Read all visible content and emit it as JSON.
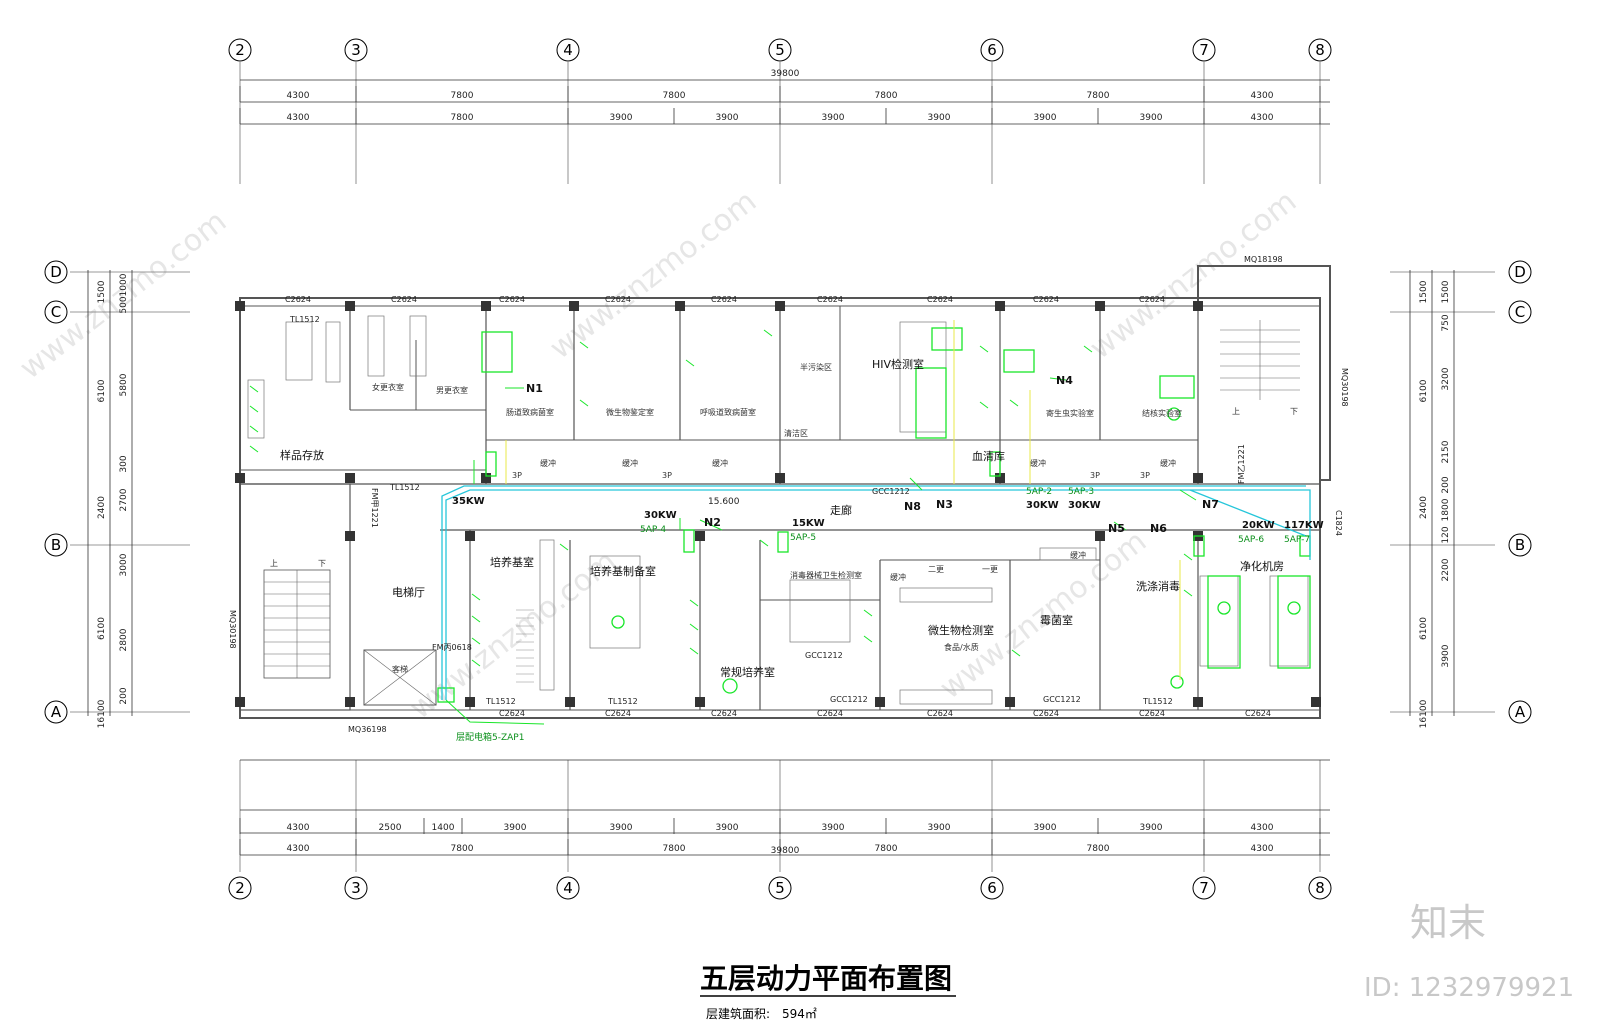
{
  "title": "五层动力平面布置图",
  "area": {
    "label": "层建筑面积:",
    "value": "594㎡"
  },
  "watermark": {
    "brand": "知末",
    "id": "ID: 1232979921",
    "site": "www.znzmo.com"
  },
  "axes_x": [
    "2",
    "3",
    "4",
    "5",
    "6",
    "7",
    "8"
  ],
  "axes_y": [
    "D",
    "C",
    "B",
    "A"
  ],
  "dims": {
    "total": "39800",
    "top_row1": [
      "4300",
      "7800",
      "7800",
      "7800",
      "7800",
      "4300"
    ],
    "top_row2": [
      "4300",
      "7800",
      "3900",
      "3900",
      "3900",
      "3900",
      "3900",
      "3900",
      "4300"
    ],
    "bottom_row1": [
      "4300",
      "2500",
      "1400",
      "3900",
      "3900",
      "3900",
      "3900",
      "3900",
      "3900",
      "3900",
      "4300"
    ],
    "bottom_row2": [
      "4300",
      "7800",
      "7800",
      "7800",
      "7800",
      "4300"
    ],
    "left_outer": [
      "1500",
      "6100",
      "2400",
      "6100",
      "16100"
    ],
    "left_inner": [
      "1000",
      "500",
      "5800",
      "300",
      "2700",
      "3000",
      "2800",
      "200"
    ],
    "right_inner": [
      "1500",
      "750",
      "3200",
      "2150",
      "200",
      "1800",
      "120",
      "2200",
      "3900"
    ],
    "right_outer": [
      "1500",
      "6100",
      "2400",
      "6100",
      "16100"
    ]
  },
  "rooms": {
    "sample_storage": "样品存放",
    "female_locker": "女更衣室",
    "male_locker": "男更衣室",
    "intestinal_lab": "肠道致病菌室",
    "micro_id": "微生物鉴定室",
    "resp_lab": "呼吸道致病菌室",
    "semi_polluted": "半污染区",
    "clean_area": "清洁区",
    "hiv_lab": "HIV检测室",
    "blood_bank": "血清库",
    "parasite_lab": "寄生虫实验室",
    "tb_lab": "结核实验室",
    "corridor": "走廊",
    "elevator_hall": "电梯厅",
    "culture_base": "培养基室",
    "culture_prep": "培养基制备室",
    "regular_culture": "常规培养室",
    "disinfect_lab": "消毒器械卫生检测室",
    "micro_test": "微生物检测室",
    "food_water": "食品/水质",
    "mold_room": "霉菌室",
    "wash_room": "洗涤消毒",
    "clean_machine": "净化机房",
    "buffer": "缓冲",
    "second_change": "二更",
    "first_change": "一更",
    "stair_up": "上",
    "stair_down": "下",
    "elevator_shaft": "客梯"
  },
  "labels": {
    "panels": [
      "5AP-4",
      "5AP-5",
      "5AP-2",
      "5AP-3",
      "5AP-6",
      "5AP-7"
    ],
    "powers": [
      "35KW",
      "30KW",
      "15KW",
      "30KW",
      "30KW",
      "20KW",
      "117KW"
    ],
    "circuits": [
      "N1",
      "N2",
      "N3",
      "N4",
      "N5",
      "N6",
      "N7",
      "N8"
    ],
    "windows": [
      "C2624"
    ],
    "doors": [
      "MQ18198",
      "MQ36198",
      "MQ30198",
      "FM甲1221",
      "FM乙1221",
      "FM丙0618",
      "TL1512",
      "GCC1212",
      "C1824"
    ],
    "feed": "层配电箱5-ZAP1",
    "level": "15.600",
    "note": "3P"
  },
  "colors": {
    "green": "#19e62a",
    "cyan": "#26c6da",
    "wall": "#555555",
    "yellow": "#e8e84a"
  }
}
